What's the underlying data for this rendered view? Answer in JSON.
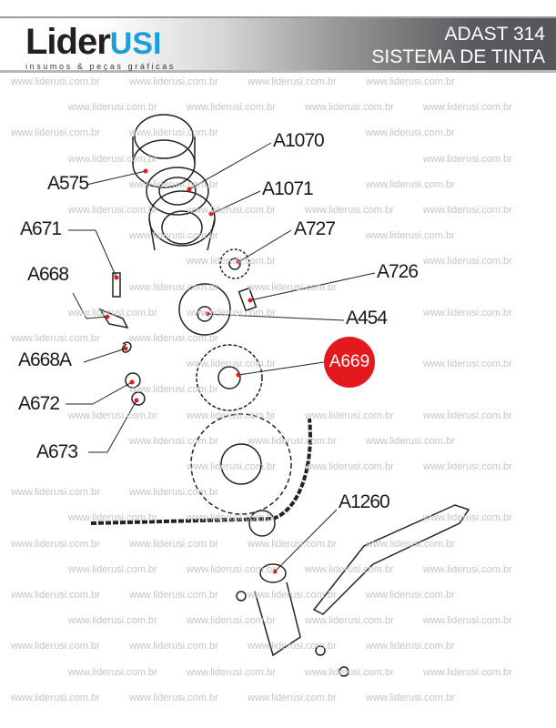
{
  "header": {
    "logo_main": "Lider",
    "logo_accent": "USI",
    "logo_tagline": "insumos & peças gráficas",
    "title_line1": "ADAST 314",
    "title_line2": "SISTEMA DE TINTA"
  },
  "watermark": "www.liderusi.com.br",
  "labels": {
    "a1070": "A1070",
    "a1071": "A1071",
    "a575": "A575",
    "a727": "A727",
    "a671": "A671",
    "a726": "A726",
    "a668": "A668",
    "a454": "A454",
    "a668a": "A668A",
    "a669": "A669",
    "a672": "A672",
    "a673": "A673",
    "a1260": "A1260"
  },
  "colors": {
    "accent": "#1a9ee0",
    "highlight": "#e3191e",
    "leader": "#e3191e"
  }
}
